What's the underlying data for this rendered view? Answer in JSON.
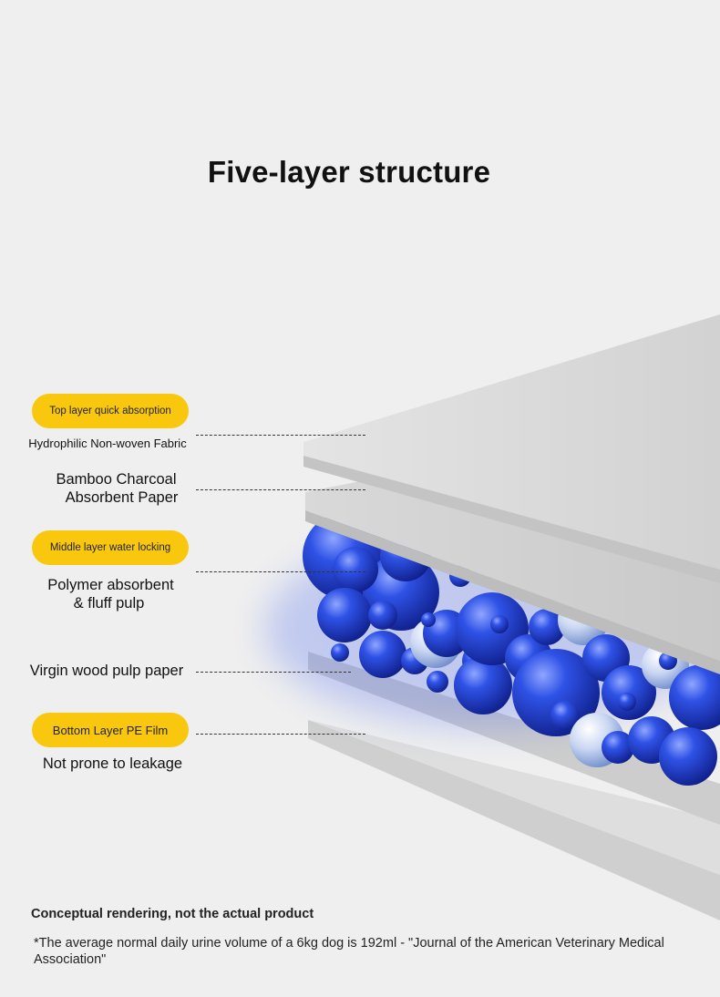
{
  "title": "Five-layer structure",
  "layers": [
    {
      "badge": "Top layer quick absorption",
      "label": "Hydrophilic Non-woven Fabric"
    },
    {
      "badge": "",
      "label_line1": "Bamboo Charcoal",
      "label_line2": "Absorbent Paper"
    },
    {
      "badge": "Middle layer water locking",
      "label_line1": "Polymer absorbent",
      "label_line2": "& fluff pulp"
    },
    {
      "badge": "",
      "label": "Virgin wood pulp paper"
    },
    {
      "badge": "Bottom Layer PE Film",
      "label": "Not prone to leakage"
    }
  ],
  "disclaimer": "Conceptual rendering, not the actual product",
  "footnote": "*The average normal daily urine volume of a 6kg dog is 192ml - \"Journal of the American Veterinary Medical Association\"",
  "colors": {
    "badge": "#f9c80e",
    "bead": "#1f3fd0",
    "background": "#efefef"
  }
}
